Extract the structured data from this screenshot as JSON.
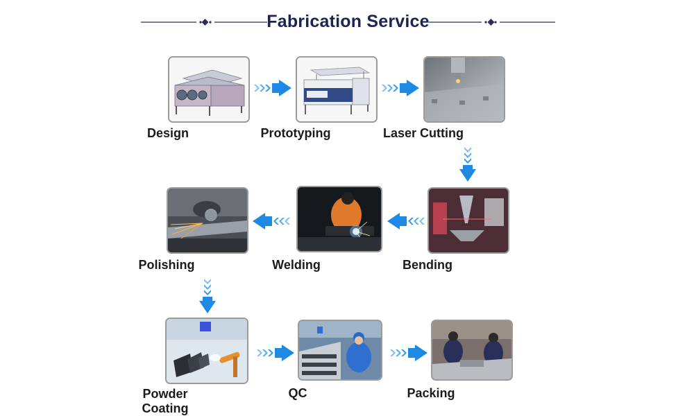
{
  "header": {
    "title": "Fabrication Service"
  },
  "steps": [
    {
      "label": "Design",
      "image": "design-cad-render-image"
    },
    {
      "label": "Prototyping",
      "image": "prototype-render-image"
    },
    {
      "label": "Laser Cutting",
      "image": "laser-cutting-photo"
    },
    {
      "label": "Bending",
      "image": "bending-photo"
    },
    {
      "label": "Welding",
      "image": "welding-photo"
    },
    {
      "label": "Polishing",
      "image": "polishing-photo"
    },
    {
      "label": "Powder Coating",
      "image": "powder-coating-photo"
    },
    {
      "label": "QC",
      "image": "qc-photo"
    },
    {
      "label": "Packing",
      "image": "packing-photo"
    }
  ],
  "colors": {
    "title": "#1f2350",
    "arrow": "#1e88e5",
    "arrow_light": "#7fc1f5",
    "border": "#9b9b9b"
  }
}
